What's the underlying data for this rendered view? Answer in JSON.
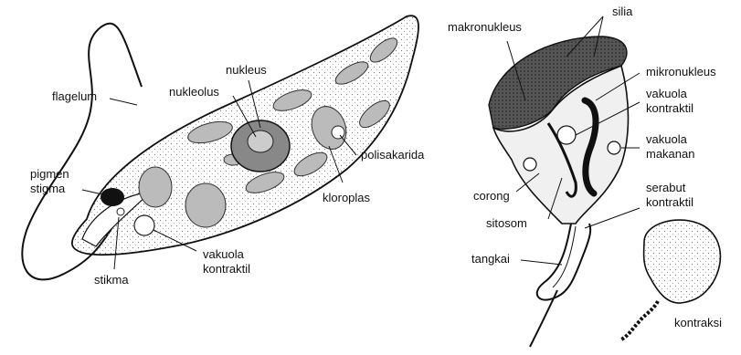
{
  "labels": {
    "flagelum": "flagelum",
    "nukleus": "nukleus",
    "nukleolus": "nukleolus",
    "pigmen": "pigmen",
    "stigma": "stigma",
    "polisakarida": "polisakarida",
    "kloroplas": "kloroplas",
    "vakuola_kontraktil_left_1": "vakuola",
    "vakuola_kontraktil_left_2": "kontraktil",
    "stikma": "stikma",
    "makronukleus": "makronukleus",
    "silia": "silia",
    "mikronukleus": "mikronukleus",
    "vakuola_kontraktil_right_1": "vakuola",
    "vakuola_kontraktil_right_2": "kontraktil",
    "vakuola_makanan_1": "vakuola",
    "vakuola_makanan_2": "makanan",
    "corong": "corong",
    "serabut_1": "serabut",
    "serabut_2": "kontraktil",
    "sitosom": "sitosom",
    "tangkai": "tangkai",
    "kontraksi": "kontraksi"
  }
}
